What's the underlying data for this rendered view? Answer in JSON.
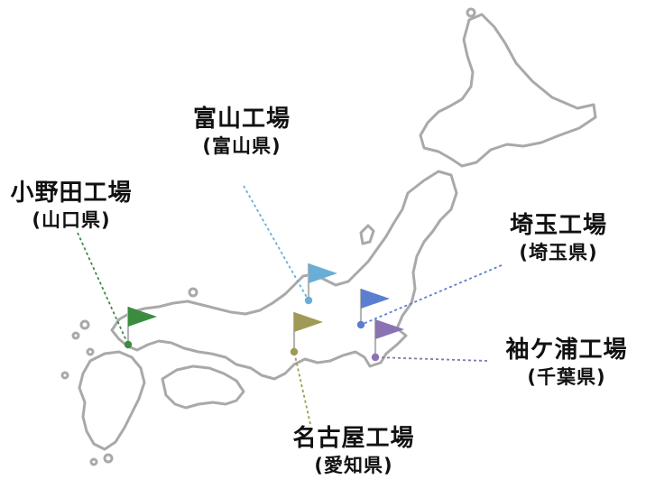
{
  "factories": [
    {
      "id": "toyama",
      "name": "富山工場",
      "prefecture": "(富山県)",
      "color": "#6aaed6"
    },
    {
      "id": "onoda",
      "name": "小野田工場",
      "prefecture": "(山口県)",
      "color": "#3c8c40"
    },
    {
      "id": "saitama",
      "name": "埼玉工場",
      "prefecture": "(埼玉県)",
      "color": "#5b7fd0"
    },
    {
      "id": "nagoya",
      "name": "名古屋工場",
      "prefecture": "(愛知県)",
      "color": "#9f9a55"
    },
    {
      "id": "sodegaura",
      "name": "袖ケ浦工場",
      "prefecture": "(千葉県)",
      "color": "#8a72b3"
    }
  ]
}
